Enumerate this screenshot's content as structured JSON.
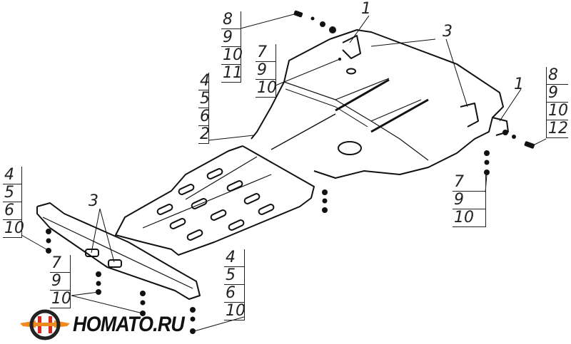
{
  "diagram": {
    "callouts": {
      "part1_top": "1",
      "part3_top": "3",
      "part1_right": "1",
      "part3_left": "3"
    },
    "stacks": {
      "top_left_bolt": [
        "8",
        "9",
        "10",
        "11"
      ],
      "top_center": [
        "7",
        "9",
        "10"
      ],
      "mid_left": [
        "4",
        "5",
        "6",
        "2"
      ],
      "right_bolt": [
        "8",
        "9",
        "10",
        "12"
      ],
      "right_bottom": [
        "7",
        "9",
        "10"
      ],
      "far_left": [
        "4",
        "5",
        "6",
        "10"
      ],
      "bottom_left": [
        "7",
        "9",
        "10"
      ],
      "bottom_center": [
        "4",
        "5",
        "6",
        "10"
      ]
    }
  },
  "logo": {
    "text": "HOMATO.RU",
    "colors": {
      "orange": "#f08a1c",
      "red": "#e0261c",
      "dark": "#222222"
    }
  }
}
